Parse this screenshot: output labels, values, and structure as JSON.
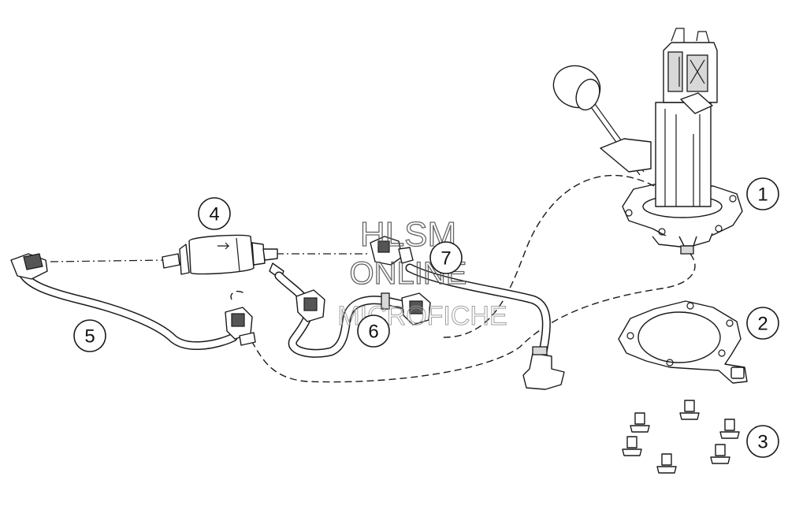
{
  "watermark": {
    "line1": "HLSM",
    "line2": "ONLINE",
    "line3": "MICROFICHE"
  },
  "callouts": [
    {
      "id": "1",
      "label": "1"
    },
    {
      "id": "2",
      "label": "2"
    },
    {
      "id": "3",
      "label": "3"
    },
    {
      "id": "4",
      "label": "4"
    },
    {
      "id": "5",
      "label": "5"
    },
    {
      "id": "6",
      "label": "6"
    },
    {
      "id": "7",
      "label": "7"
    }
  ],
  "parts": [
    {
      "callout": "1",
      "icon": "fuel-pump-module-icon"
    },
    {
      "callout": "2",
      "icon": "gasket-icon"
    },
    {
      "callout": "3",
      "icon": "screw-set-icon"
    },
    {
      "callout": "4",
      "icon": "fuel-filter-icon"
    },
    {
      "callout": "5",
      "icon": "fuel-line-icon"
    },
    {
      "callout": "6",
      "icon": "fuel-hose-icon"
    },
    {
      "callout": "7",
      "icon": "wire-harness-icon"
    }
  ],
  "colors": {
    "line": "#1a1a1a",
    "background": "#ffffff",
    "watermark": "#555555"
  }
}
